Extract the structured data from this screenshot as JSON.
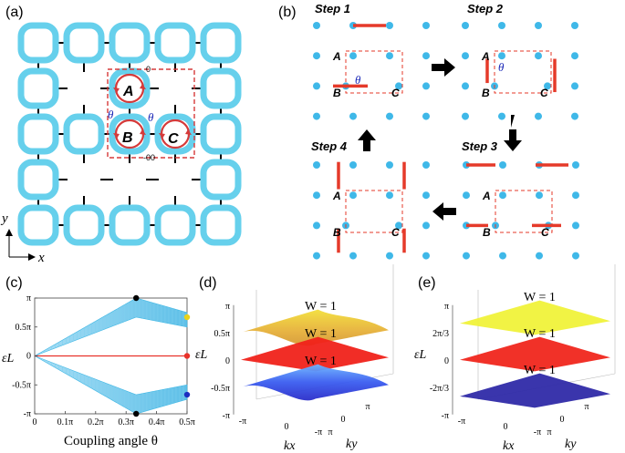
{
  "panels": {
    "a": "(a)",
    "b": "(b)",
    "c": "(c)",
    "d": "(d)",
    "e": "(e)"
  },
  "panel_a": {
    "sites": [
      "A",
      "B",
      "C"
    ],
    "theta": "θ",
    "edge_top": "0",
    "edge_bottom": "-00",
    "axis_y": "y",
    "axis_x": "x",
    "ring_color": "#66d0ec",
    "defect_color": "#d53a3a"
  },
  "panel_b": {
    "steps": [
      "Step 1",
      "Step 2",
      "Step 3",
      "Step 4"
    ],
    "sites": [
      "A",
      "B",
      "C"
    ],
    "theta": "θ",
    "dot_color": "#3fb8e8",
    "bond_color": "#e53a2a"
  },
  "chart_data": [
    {
      "type": "area",
      "panel": "c",
      "xlabel": "Coupling angle θ",
      "ylabel": "εL",
      "x_ticks": [
        "0",
        "0.1π",
        "0.2π",
        "0.3π",
        "0.4π",
        "0.5π"
      ],
      "y_ticks": [
        "-π",
        "-0.5π",
        "0",
        "0.5π",
        "π"
      ],
      "xlim": [
        0,
        0.5
      ],
      "ylim": [
        -1,
        1
      ],
      "band_color": "#3db6e4",
      "flat_band_color": "#e8322a",
      "band_upper_edge": [
        [
          0,
          0
        ],
        [
          0.333,
          1
        ],
        [
          0.5,
          0.75
        ]
      ],
      "band_lower_edge": [
        [
          0,
          0
        ],
        [
          0.333,
          0.67
        ],
        [
          0.5,
          0.5
        ]
      ],
      "flat_band": 0,
      "markers": [
        {
          "x": 0.333,
          "y": 1,
          "color": "#000000"
        },
        {
          "x": 0.333,
          "y": -1,
          "color": "#000000"
        },
        {
          "x": 0.5,
          "y": 0.67,
          "color": "#e8d21a"
        },
        {
          "x": 0.5,
          "y": 0,
          "color": "#e8322a"
        },
        {
          "x": 0.5,
          "y": -0.67,
          "color": "#1d2ec0"
        }
      ]
    },
    {
      "type": "surface",
      "panel": "d",
      "xlabel": "kx",
      "ylabel": "ky",
      "zlabel": "εL",
      "z_ticks": [
        "π",
        "0.5π",
        "0",
        "-0.5π",
        "-π"
      ],
      "kx_ticks": [
        "-π",
        "0",
        "π"
      ],
      "ky_ticks": [
        "-π",
        "0",
        "π"
      ],
      "bands": [
        {
          "winding": "W = 1",
          "z_center": 0.5
        },
        {
          "winding": "W = 1",
          "z_center": 0
        },
        {
          "winding": "W = 1",
          "z_center": -0.5
        }
      ]
    },
    {
      "type": "surface",
      "panel": "e",
      "xlabel": "kx",
      "ylabel": "ky",
      "zlabel": "εL",
      "z_ticks": [
        "π",
        "2π/3",
        "0",
        "-2π/3",
        "-π"
      ],
      "kx_ticks": [
        "-π",
        "0",
        "π"
      ],
      "ky_ticks": [
        "-π",
        "0",
        "π"
      ],
      "bands": [
        {
          "winding": "W = 1",
          "z_value": 0.667,
          "color": "#f0f23a"
        },
        {
          "winding": "W = 1",
          "z_value": 0,
          "color": "#f0261c"
        },
        {
          "winding": "W = 1",
          "z_value": -0.667,
          "color": "#2f2aa8"
        }
      ]
    }
  ]
}
